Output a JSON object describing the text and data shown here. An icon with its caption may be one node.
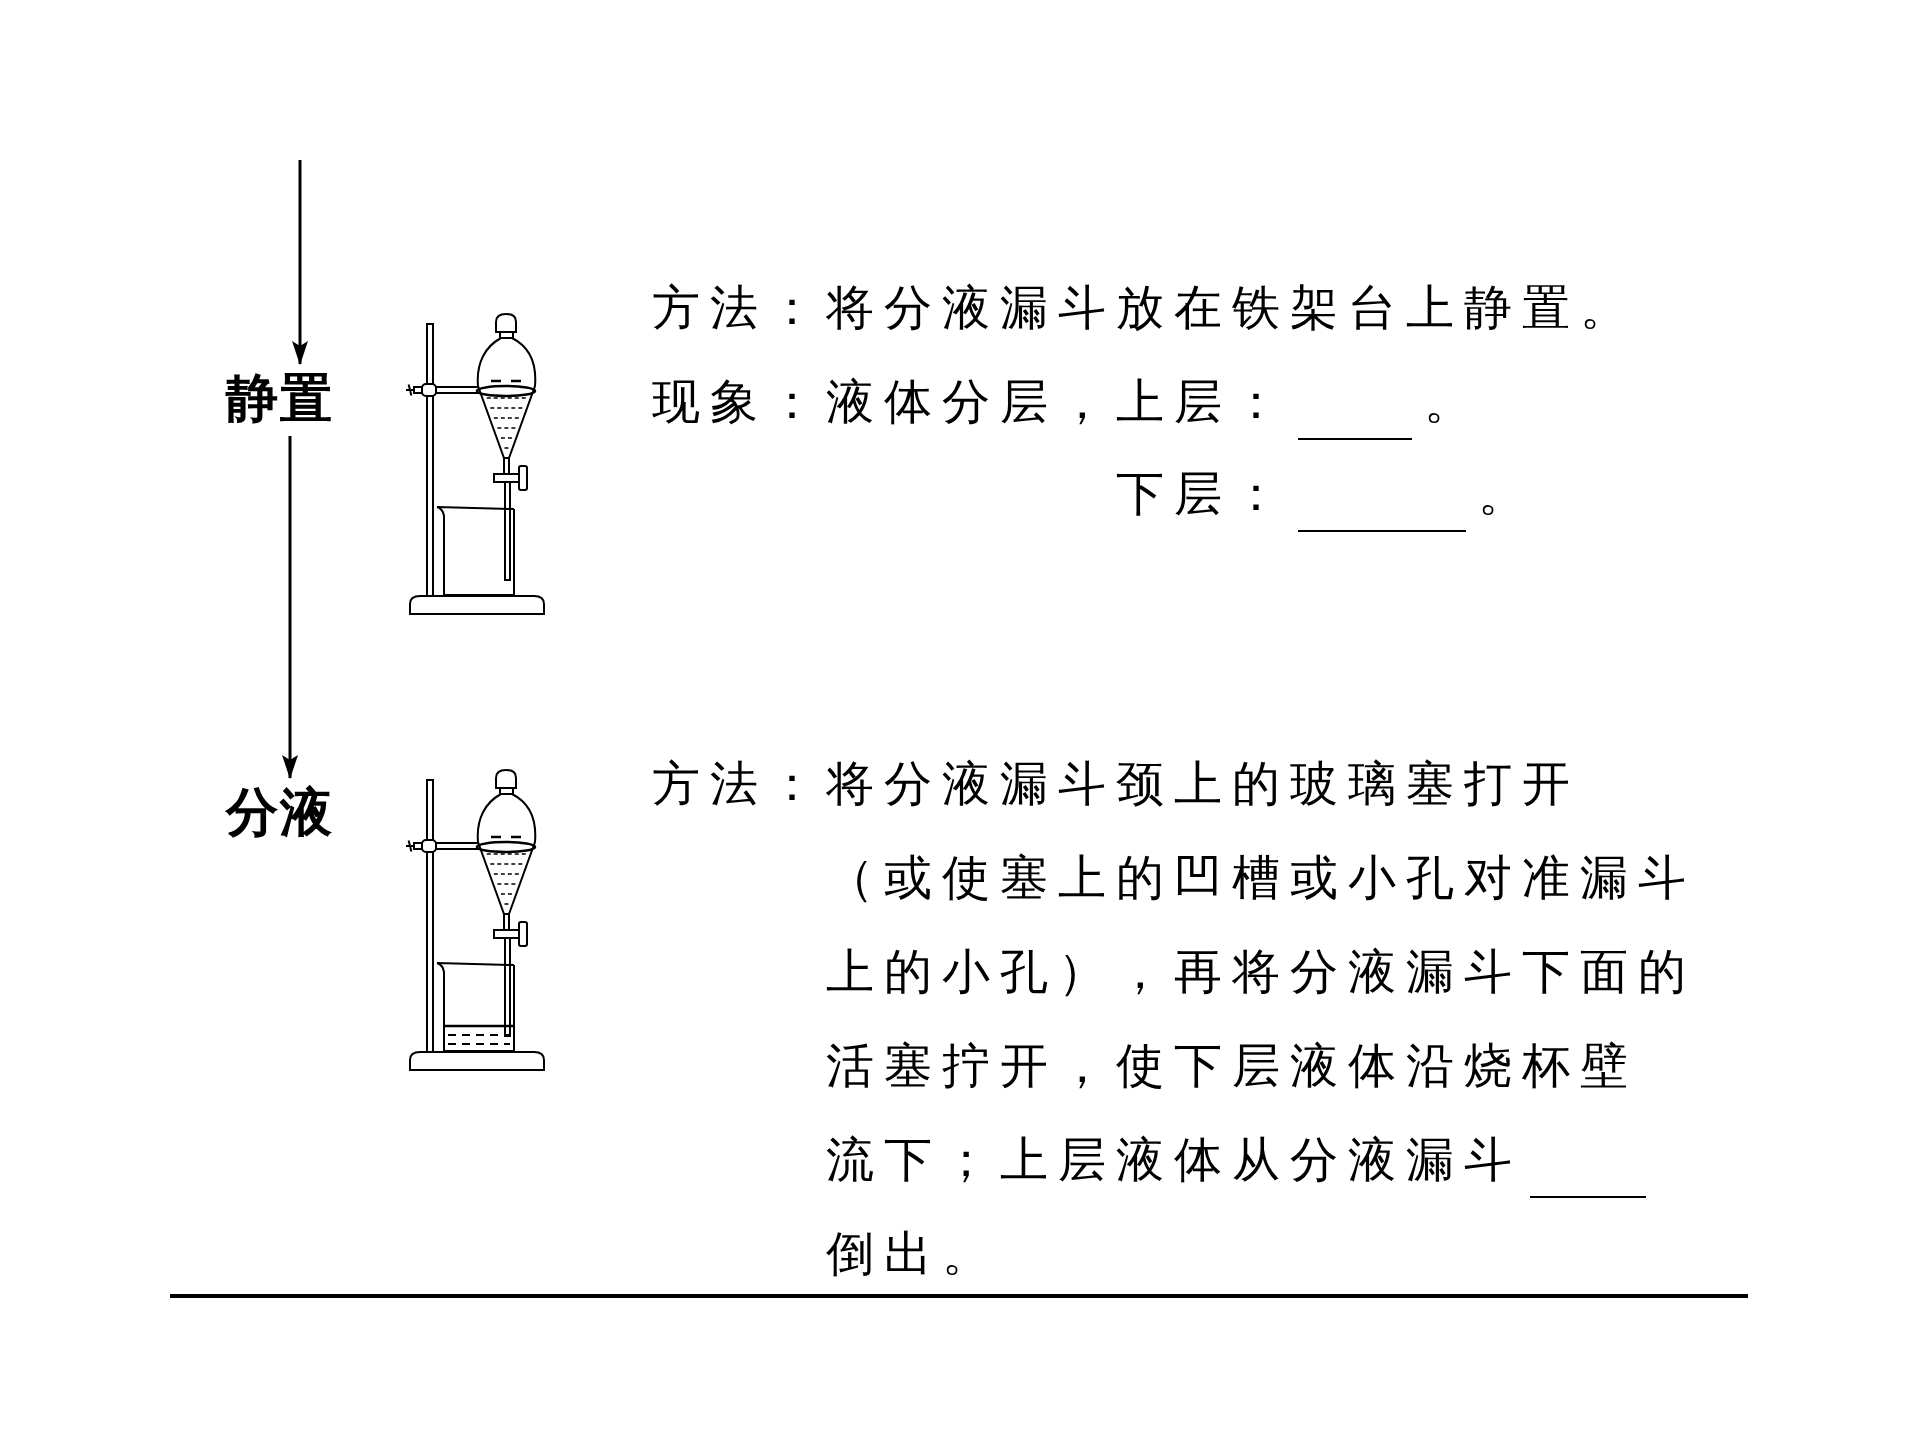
{
  "diagram": {
    "nodes": [
      {
        "text": [
          "静置"
        ]
      },
      {
        "text": [
          "分液"
        ]
      }
    ],
    "edges": [
      {
        "from": null,
        "to": 0,
        "arrow": "to"
      },
      {
        "from": 0,
        "to": 1,
        "arrow": "to"
      }
    ],
    "labels": [
      "方法：将分液漏斗放在铁架台上静置。",
      "现象：液体分层，上层：",
      "。",
      "下层：",
      "。",
      "方法：将分液漏斗颈上的玻璃塞打开（或使塞上的凹槽或小孔对准漏斗上的小孔），再将分液漏斗下面的活塞拧开，使下层液体沿烧杯壁流下；上层液体从分液漏斗",
      "倒出。"
    ]
  }
}
